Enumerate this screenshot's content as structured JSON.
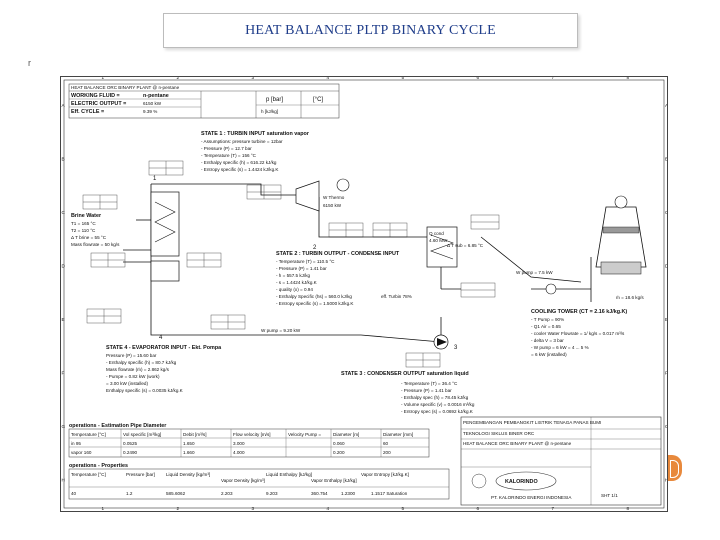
{
  "slide": {
    "title": "HEAT BALANCE PLTP BINARY CYCLE",
    "mark": "r"
  },
  "header": {
    "row1": "HEAT BALANCE ORC BINARY PLANT @ n-pentane",
    "wf_label": "WORKING FLUID  =",
    "wf_value": "n-pentane",
    "eo_label": "ELECTRIC OUTPUT  =",
    "eo_value": "6150 kW",
    "eff_label": "Eff. CYCLE  =",
    "eff_value": "9.39 %",
    "p_label": "p [bar]",
    "t_label": "[°C]",
    "h_label": "h [kJ/kg]"
  },
  "state1": {
    "title": "STATE 1 : TURBIN INPUT  saturation vapor",
    "lines": [
      "- Assumptions: pressure turbine = 12bar",
      "- Pressure (P)         =    12.7    bar",
      "- Temperature (T)      =    156     °C",
      "- Enthalpy specific (h) =   616.22  kJ/kg",
      "- Entropy specific (s)  =   1.4424  kJ/kg.K"
    ]
  },
  "state2": {
    "title": "STATE 2 : TURBIN OUTPUT - CONDENSE INPUT",
    "lines": [
      "- Temperature (T)   =   110.5  °C",
      "- Pressure (P)      =   1.41   bar",
      "- h                 =   557.5  kJ/kg",
      "- s                 =   1.4424 kJ/kg.K",
      "- quality (x)       =   0.94",
      "- Enthalpy Specific (hs) =  560.0 kJ/kg",
      "- Entropy specific (s)   =  1.5000 kJ/kg.K"
    ],
    "note": "eff. Turbin 78%"
  },
  "state3": {
    "title": "STATE 3 : CONDENSER OUTPUT  saturation liquid",
    "lines": [
      "- Temperature (T)     =   36.4   °C",
      "- Pressure (P)        =   1.41   bar",
      "- Enthalpy spec (h)   =   78.45  kJ/kg",
      "- Volume specific (v) =   0.0016 m³/kg",
      "- Entropy spec (s)    =   0.0692 kJ/kg.K"
    ]
  },
  "state4": {
    "title": "STATE 4 - EVAPORATOR INPUT - Ekt. Pompa",
    "lines": [
      "Pressure (P)            =   15.60   bar",
      "- Enthalpy specific (h) =   80.7    kJ/kg",
      "Mass flowrate (ṁ)       =   2.862   kg/s",
      "- Pumpe                 =   0.82    kW (work)",
      "                        =   3.00    kW (installed)",
      "Enthalpy specific (s)   =   0.0035  kJ/kg.K"
    ],
    "pump_label": "W pump = 9.20 kW"
  },
  "brine": {
    "title": "Brine Water",
    "lines": [
      "T1  =  165  °C",
      "T2  =  110  °C",
      "Δ T brine = 55 °C",
      "Mass flowrate  =  50 kg/s"
    ]
  },
  "turbine": {
    "label": "W Thermo",
    "value": "6150 kW"
  },
  "condenser": {
    "label": "Q cond",
    "value": "4.60 MW",
    "dt": "Δ T sub = 6.85 °C"
  },
  "cooling_tower": {
    "title": "COOLING TOWER  (CT = 2.16 kJ/kg.K)",
    "lines": [
      "- T Pump  =  90%",
      "- Q1  Air  =  0.65",
      "- cooler Water Flowrate  =   1/   kg/s = 0.017 m³/s",
      "- delta V  =  3    bar",
      "- W pump  =  6    kW   = 4 ... 5 %",
      "           =  6    kW (installed)"
    ],
    "flow_label": "W pump = 7.5 kW",
    "mass_label": "ṁ = 18.6 kg/s"
  },
  "state_points": {
    "p1": "1",
    "p2": "2",
    "p3": "3",
    "p4": "4"
  },
  "pipe_table": {
    "title": "operations - Estimation Pipe Diameter",
    "headers": [
      "Temperature [°C]",
      "Vol specific [m³/kg]",
      "Debit [m³/s]",
      "Flow velocity [m/s]",
      "Velocity Pump =",
      "Diameter [m]",
      "Diameter [mm]"
    ],
    "rows": [
      [
        "in 95",
        "0.0525",
        "1.650",
        "3.000",
        "",
        "0.060",
        "60"
      ],
      [
        "vapor 160",
        "0.2490",
        "1.660",
        "4.000",
        "",
        "0.200",
        "200"
      ]
    ]
  },
  "props_table": {
    "title": "operations - Properties",
    "headers": [
      "Temperature [°C]",
      "Pressure [bar]",
      "Liquid Density [kg/m³]",
      "Vapor Density [kg/m³]",
      "Liquid Enthalpy [kJ/kg]",
      "Vapor Enthalpy [kJ/kg]",
      "Vapor Entropy [kJ/kg.K]"
    ],
    "row": [
      "40",
      "1.2",
      "585.6062",
      "2.203",
      "9.203",
      "360.754",
      "1.2300",
      "1.1517  Saturation"
    ]
  },
  "title_block": {
    "project": "HEAT BALANCE ORC BINARY PLANT @ n-pentane",
    "company": "KALORINDO",
    "sub": "PT. KALORINDO ENERGI INDONESIA",
    "lines": [
      "PENGEMBANGAN PEMBANGKIT LISTRIK TENAGA PANAS BUMI",
      "TEKNOLOGI SIKLUS BINER ORC"
    ],
    "sheet_no": "SHT 1/1"
  },
  "grid": {
    "cols": [
      "1",
      "2",
      "3",
      "4",
      "5",
      "6",
      "7",
      "8"
    ],
    "rows": [
      "A",
      "B",
      "C",
      "D",
      "E",
      "F",
      "G",
      "H"
    ]
  }
}
